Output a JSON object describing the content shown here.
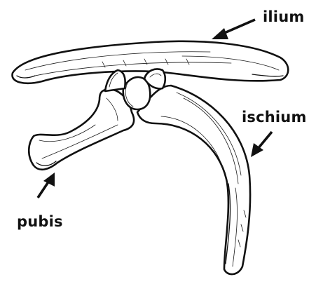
{
  "labels": {
    "ilium": "ilium",
    "ischium": "ischium",
    "pubis": "pubis"
  },
  "colors": {
    "ink": "#111111",
    "background": "#ffffff"
  }
}
